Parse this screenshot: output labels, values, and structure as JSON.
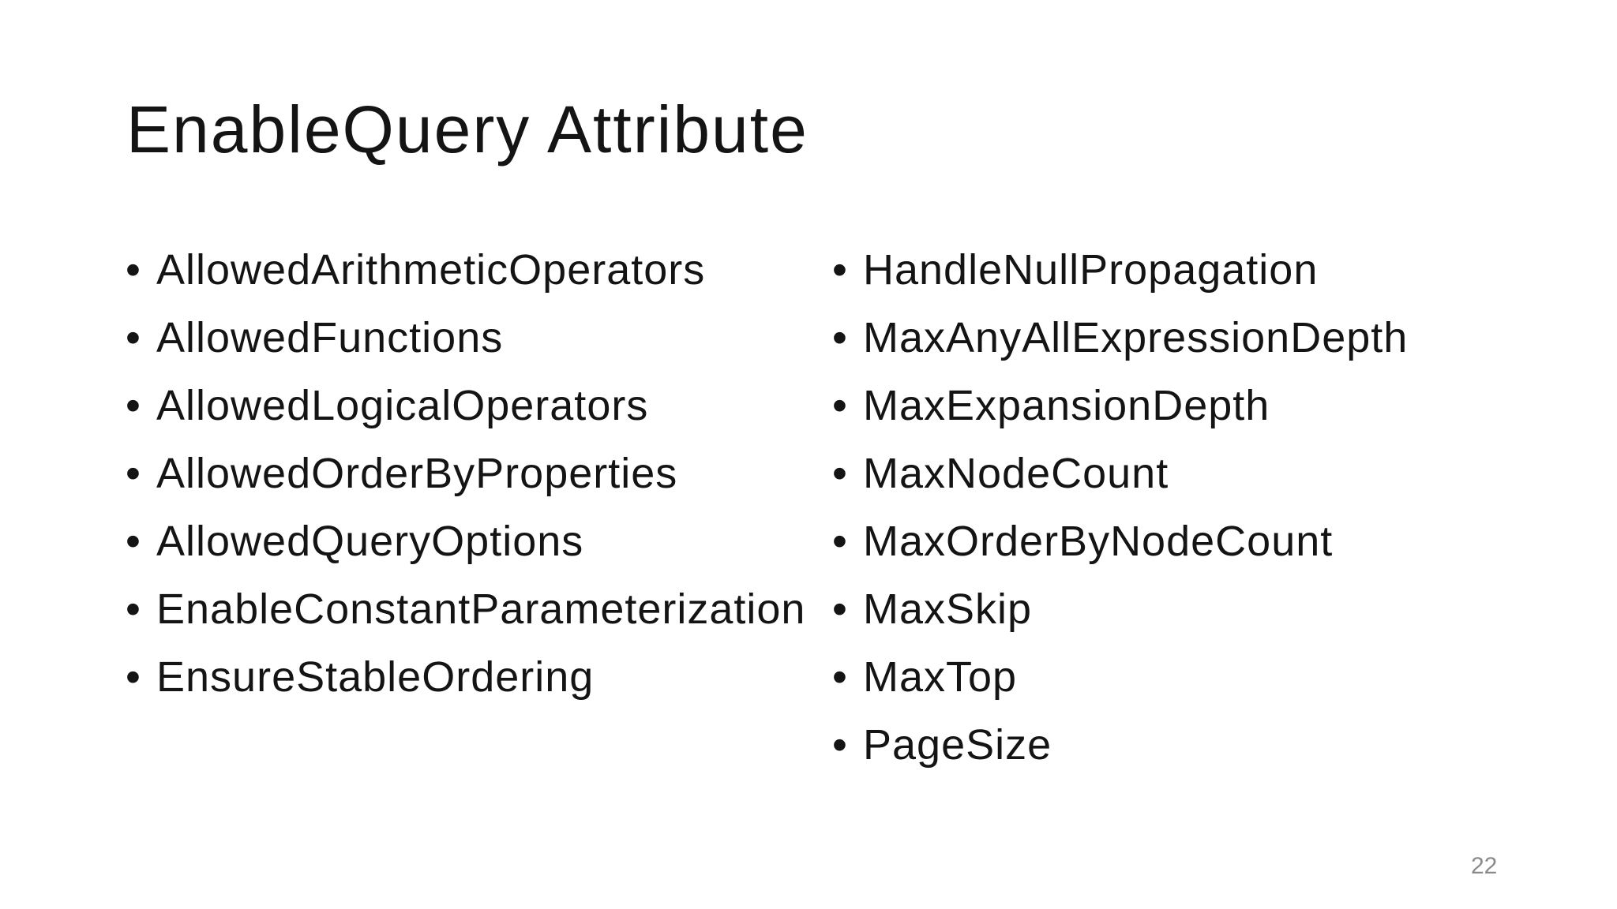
{
  "slide": {
    "title": "EnableQuery Attribute",
    "bullet_char": "•",
    "page_number": "22",
    "columns": [
      {
        "items": [
          "AllowedArithmeticOperators",
          "AllowedFunctions",
          "AllowedLogicalOperators",
          "AllowedOrderByProperties",
          "AllowedQueryOptions",
          "EnableConstantParameterization",
          "EnsureStableOrdering"
        ]
      },
      {
        "items": [
          "HandleNullPropagation",
          "MaxAnyAllExpressionDepth",
          "MaxExpansionDepth",
          "MaxNodeCount",
          "MaxOrderByNodeCount",
          "MaxSkip",
          "MaxTop",
          "PageSize"
        ]
      }
    ],
    "colors": {
      "background": "#ffffff",
      "text": "#141414",
      "page_number": "#8a8a8a"
    }
  }
}
